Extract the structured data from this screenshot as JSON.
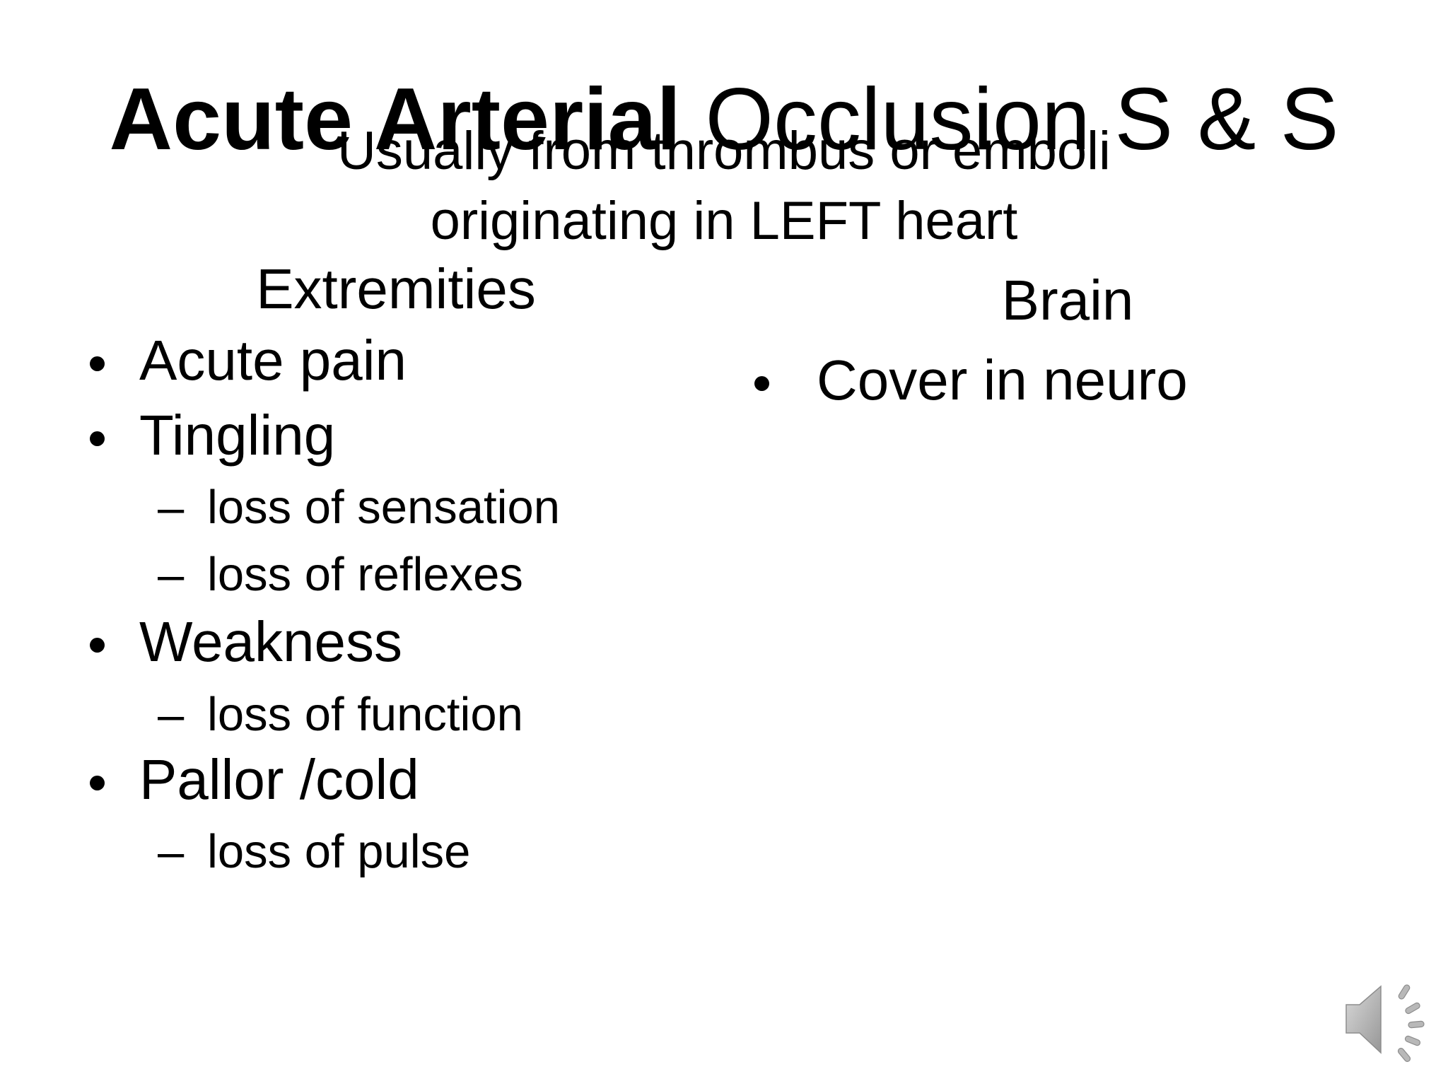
{
  "slide": {
    "background_color": "#ffffff",
    "text_color": "#000000",
    "speaker_icon_color": "#b5b5b5",
    "title": {
      "bold_part": "Acute Arterial",
      "regular_part": " Occlusion S & S"
    },
    "subtitle": {
      "line1": "Usually from thrombus or emboli",
      "line2": "originating in LEFT heart"
    },
    "bullet_glyphs": {
      "level1": "•",
      "level2": "–"
    },
    "columns": {
      "left": {
        "header": "Extremities",
        "items": [
          {
            "level": 1,
            "text": "Acute pain"
          },
          {
            "level": 1,
            "text": "Tingling"
          },
          {
            "level": 2,
            "text": "loss of sensation"
          },
          {
            "level": 2,
            "text": "loss of reflexes"
          },
          {
            "level": 1,
            "text": "Weakness"
          },
          {
            "level": 2,
            "text": "loss of function"
          },
          {
            "level": 1,
            "text": "Pallor /cold"
          },
          {
            "level": 2,
            "text": "loss of pulse"
          }
        ]
      },
      "right": {
        "header": "Brain",
        "items": [
          {
            "level": 1,
            "text": "Cover in neuro"
          }
        ]
      }
    }
  }
}
